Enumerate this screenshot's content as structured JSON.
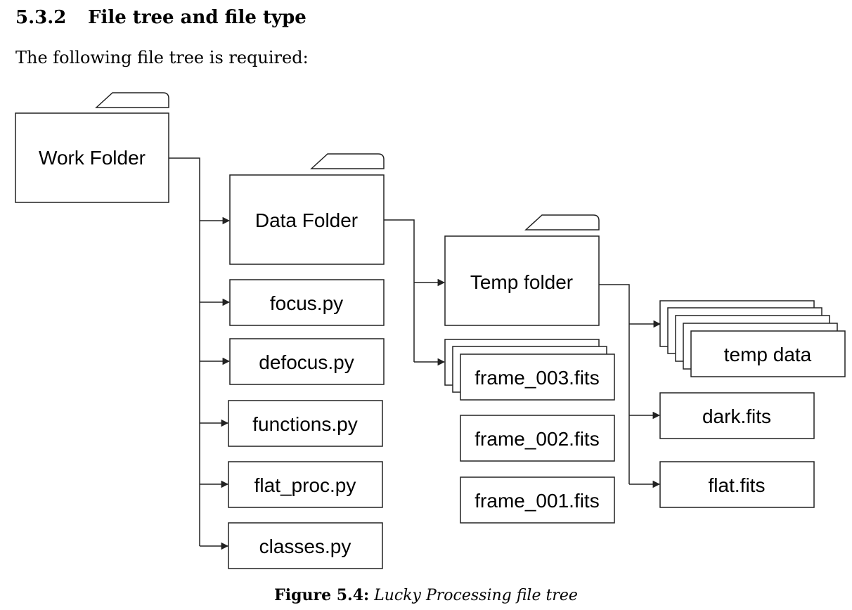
{
  "section": {
    "number": "5.3.2",
    "title": "File tree and file type",
    "intro": "The following file tree is required:"
  },
  "figure": {
    "caption_label": "Figure 5.4:",
    "caption_text": "Lucky Processing file tree"
  },
  "tree": {
    "work_folder": "Work Folder",
    "data_folder": "Data Folder",
    "temp_folder": "Temp folder",
    "work_files": [
      "focus.py",
      "defocus.py",
      "functions.py",
      "flat_proc.py",
      "classes.py"
    ],
    "data_files": [
      "frame_003.fits",
      "frame_002.fits",
      "frame_001.fits"
    ],
    "temp_items": [
      "temp data",
      "dark.fits",
      "flat.fits"
    ]
  }
}
